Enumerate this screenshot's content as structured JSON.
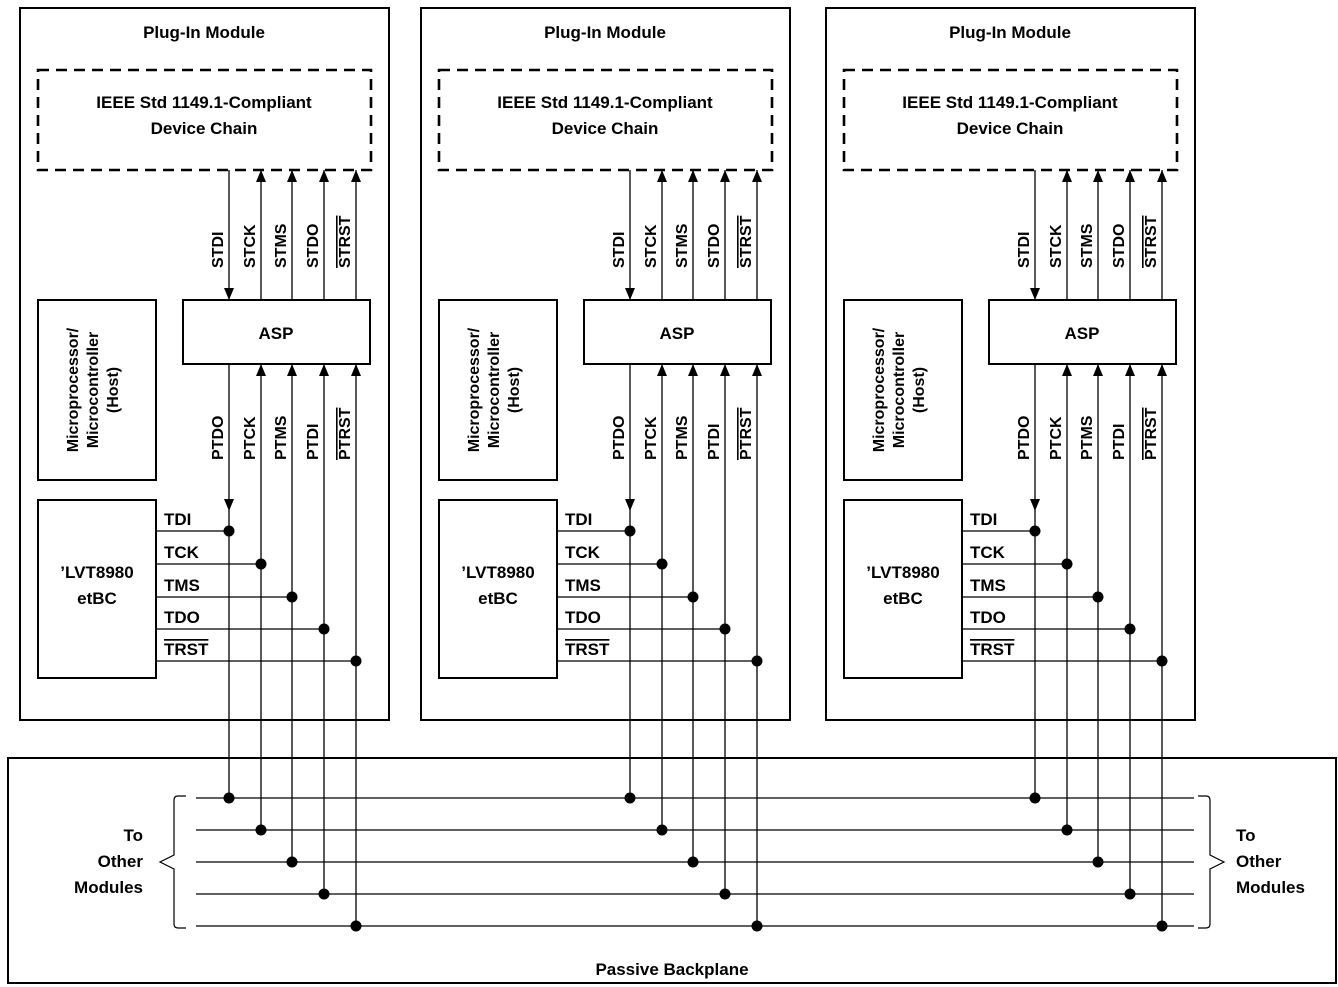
{
  "modules": [
    {
      "title": "Plug-In Module"
    },
    {
      "title": "Plug-In Module"
    },
    {
      "title": "Plug-In Module"
    }
  ],
  "device_chain": {
    "line1": "IEEE Std 1149.1-Compliant",
    "line2": "Device Chain"
  },
  "asp_label": "ASP",
  "host": {
    "line1": "Microprocessor/",
    "line2": "Microcontroller",
    "line3": "(Host)"
  },
  "etbc": {
    "line1": "’LVT8980",
    "line2": "etBC"
  },
  "secondary_signals": [
    "STDI",
    "STCK",
    "STMS",
    "STDO",
    "STRST"
  ],
  "primary_signals": [
    "PTDO",
    "PTCK",
    "PTMS",
    "PTDI",
    "PTRST"
  ],
  "etbc_signals": [
    "TDI",
    "TCK",
    "TMS",
    "TDO",
    "TRST"
  ],
  "backplane": {
    "label": "Passive Backplane",
    "left": {
      "line1": "To",
      "line2": "Other",
      "line3": "Modules"
    },
    "right": {
      "line1": "To",
      "line2": "Other",
      "line3": "Modules"
    }
  }
}
